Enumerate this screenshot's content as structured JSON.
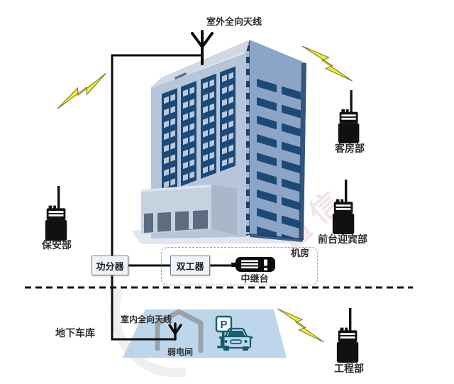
{
  "diagram": {
    "title_context": "hotel walkie-talkie repeater coverage diagram",
    "outdoor_antenna_label": "室外全向天线",
    "indoor_antenna_label": "室内全向天线",
    "power_divider_label": "功分器",
    "duplexer_label": "双工器",
    "repeater_label": "中继台",
    "machine_room_label": "机房",
    "underground_garage_label": "地下车库",
    "weak_current_room_label": "弱电间",
    "parking_sign_label": "P",
    "watermark_text": "通信",
    "departments": [
      {
        "label": "保安部"
      },
      {
        "label": "客房部"
      },
      {
        "label": "前台迎宾部"
      },
      {
        "label": "工程部"
      }
    ],
    "colors": {
      "background": "#ffffff",
      "wire": "#0c0c0c",
      "lightning_fill": "#f3ee39",
      "lightning_outline": "#83832f",
      "building_front": "#b6c5da",
      "building_side": "#8ca4c6",
      "building_window": "#1c4a78",
      "building_corner": "#1d3f66",
      "building_roof": "#cfd8e4",
      "podium": "#c7d2e1",
      "platform": "#e1e7ef",
      "garage_floor": "#b7d2ea",
      "shed_gray": "#99a2ab",
      "car_teal": "#175e6e",
      "label_text": "#2d2d2d"
    }
  }
}
